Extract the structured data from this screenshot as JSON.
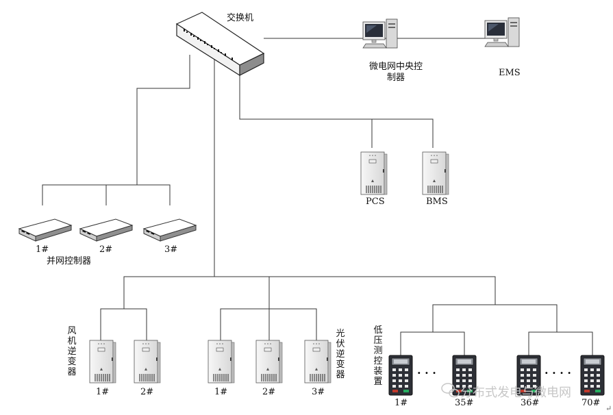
{
  "labels": {
    "switch": "交换机",
    "central_controller": "微电网中央控\n制器",
    "ems": "EMS",
    "pcs": "PCS",
    "bms": "BMS",
    "grid_controller_1": "1#",
    "grid_controller_2": "2#",
    "grid_controller_3": "3#",
    "grid_controllers": "并网控制器",
    "wind_inverter_1": "1#",
    "wind_inverter_2": "2#",
    "wind_inverters": "风机逆变器",
    "pv_inverter_1": "1#",
    "pv_inverter_2": "2#",
    "pv_inverter_3": "3#",
    "pv_inverters": "光伏逆变器",
    "lv_device_1": "1#",
    "lv_device_35": "35#",
    "lv_device_36": "36#",
    "lv_device_70": "70#",
    "lv_devices": "低压测控装置",
    "ellipsis_a": "· · ·",
    "ellipsis_b": "· · · ·"
  },
  "watermark": "分布式发电与微电网",
  "paragraph_mark": "↵"
}
